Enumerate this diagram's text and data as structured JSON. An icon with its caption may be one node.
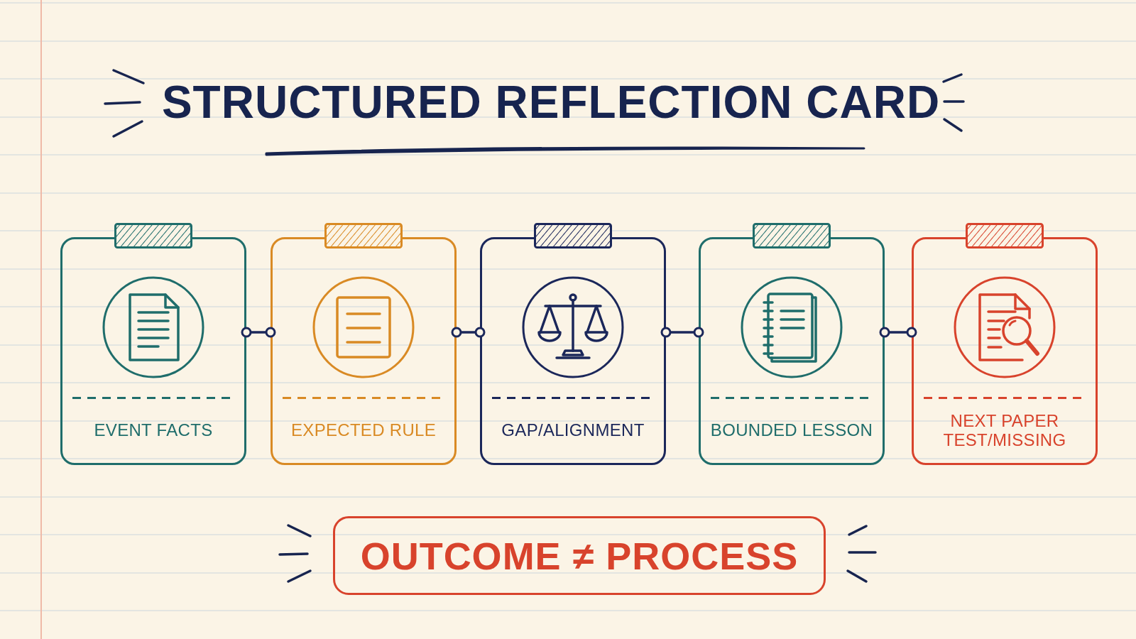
{
  "diagram": {
    "title": "STRUCTURED REFLECTION CARD",
    "nodes": [
      {
        "text": [
          "EVENT FACTS"
        ]
      },
      {
        "text": [
          "EXPECTED RULE"
        ]
      },
      {
        "text": [
          "GAP/ALIGNMENT"
        ]
      },
      {
        "text": [
          "BOUNDED LESSON"
        ]
      },
      {
        "text": [
          "NEXT PAPER TEST/MISSING"
        ]
      },
      {
        "text": [
          "OUTCOME ≠ PROCESS"
        ]
      }
    ],
    "edges": [
      {
        "from": 0,
        "to": 1,
        "arrow": "other"
      },
      {
        "from": 1,
        "to": 2,
        "arrow": "other"
      },
      {
        "from": 2,
        "to": 3,
        "arrow": "other"
      },
      {
        "from": 3,
        "to": 4,
        "arrow": "other"
      }
    ]
  }
}
